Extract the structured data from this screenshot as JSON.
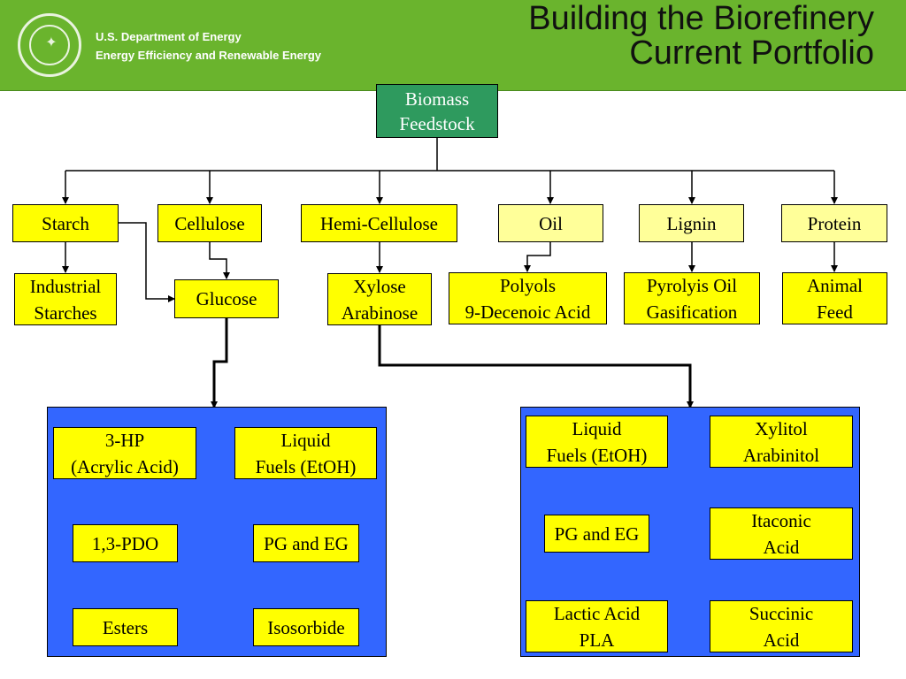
{
  "header": {
    "org_line1": "U.S. Department of Energy",
    "org_line2": "Energy Efficiency and Renewable Energy",
    "title_line1": "Building the Biorefinery",
    "title_line2": "Current Portfolio",
    "bar_color": "#6ab42d",
    "logo_icon": "doe-seal-icon"
  },
  "diagram": {
    "root": {
      "line1": "Biomass",
      "line2": "Feedstock",
      "color": "#2e9a5e"
    },
    "categories": [
      {
        "label": "Starch"
      },
      {
        "label": "Cellulose"
      },
      {
        "label": "Hemi-Cellulose"
      },
      {
        "label": "Oil"
      },
      {
        "label": "Lignin"
      },
      {
        "label": "Protein"
      }
    ],
    "products": {
      "industrial_starches": {
        "line1": "Industrial",
        "line2": "Starches"
      },
      "glucose": {
        "label": "Glucose"
      },
      "xylose_arabinose": {
        "line1": "Xylose",
        "line2": "Arabinose"
      },
      "polyols": {
        "line1": "Polyols",
        "line2": "9-Decenoic Acid"
      },
      "pyrolysis": {
        "line1": "Pyrolyis Oil",
        "line2": "Gasification"
      },
      "animal_feed": {
        "line1": "Animal",
        "line2": "Feed"
      }
    },
    "glucose_panel": {
      "color": "#3366ff",
      "items": [
        {
          "line1": "3-HP",
          "line2": "(Acrylic Acid)"
        },
        {
          "line1": "Liquid",
          "line2": "Fuels (EtOH)"
        },
        {
          "line1": "1,3-PDO"
        },
        {
          "line1": "PG and EG"
        },
        {
          "line1": "Esters"
        },
        {
          "line1": "Isosorbide"
        }
      ]
    },
    "xylose_panel": {
      "color": "#3366ff",
      "items": [
        {
          "line1": "Liquid",
          "line2": "Fuels (EtOH)"
        },
        {
          "line1": "Xylitol",
          "line2": "Arabinitol"
        },
        {
          "line1": "PG and EG"
        },
        {
          "line1": "Itaconic",
          "line2": "Acid"
        },
        {
          "line1": "Lactic Acid",
          "line2": "PLA"
        },
        {
          "line1": "Succinic",
          "line2": "Acid"
        }
      ]
    }
  }
}
